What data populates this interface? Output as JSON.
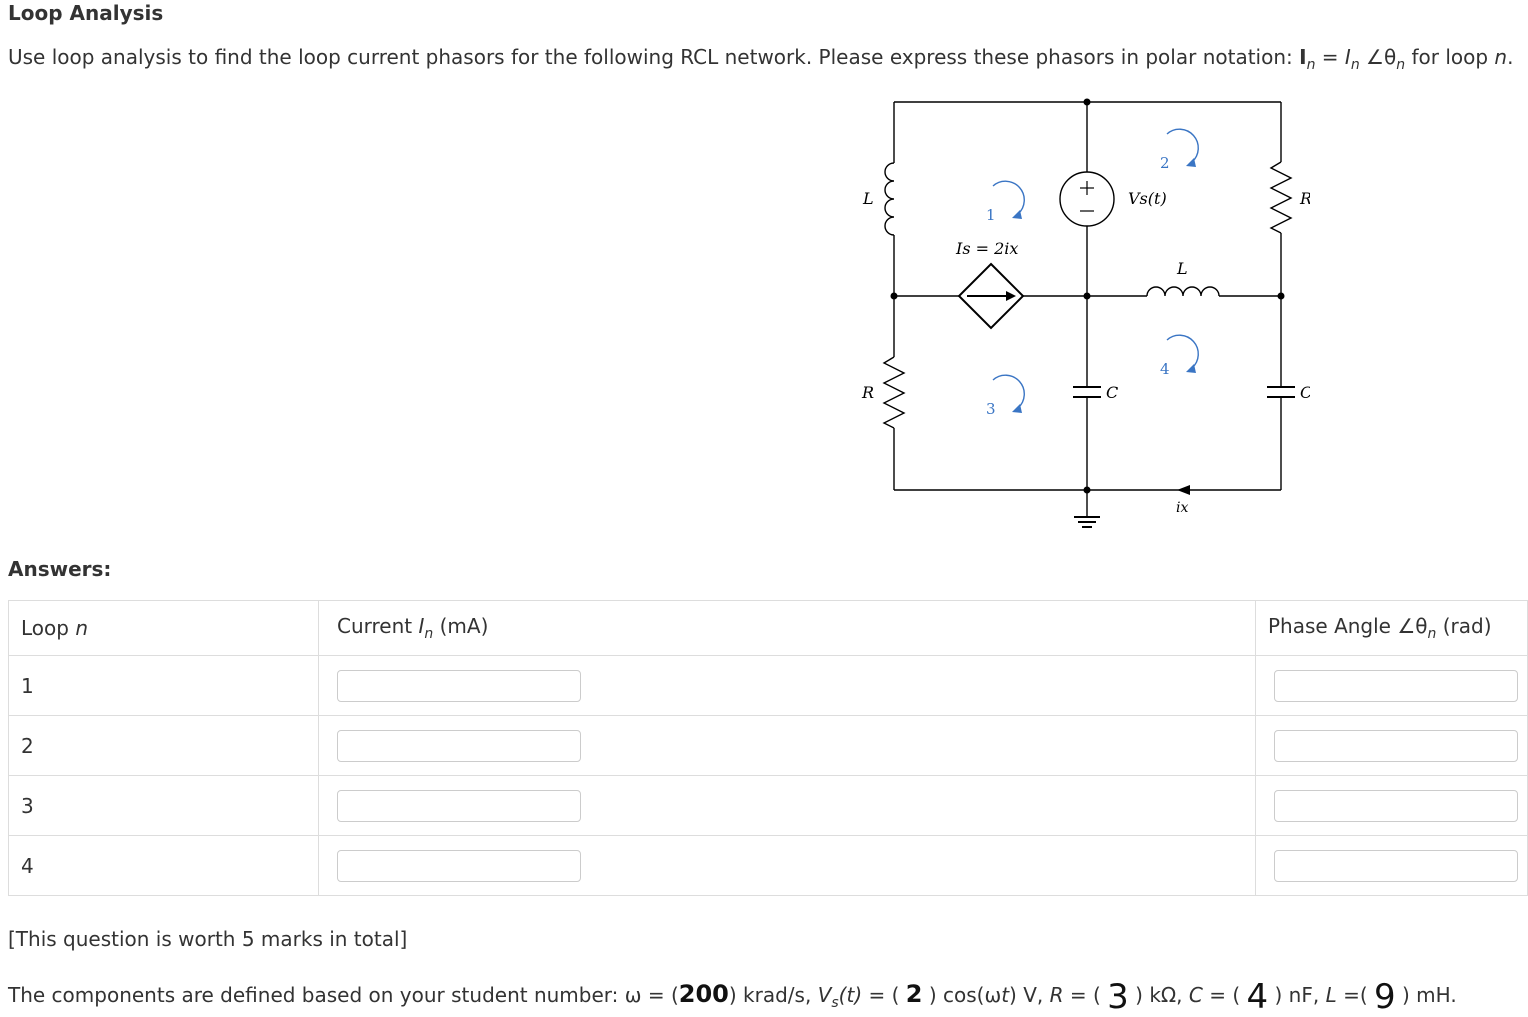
{
  "question": {
    "title": "Loop Analysis",
    "intro_text": "Use loop analysis to find the loop current phasors for the following RCL network. Please express these phasors in polar notation: ",
    "intro_bold_I": "I",
    "intro_sub_n": "n",
    "intro_eq": " = ",
    "intro_italic_I": "I",
    "intro_angle": " ∠θ",
    "intro_tail": " for loop ",
    "intro_n": "n",
    "intro_period": "."
  },
  "circuit": {
    "labels": {
      "L_left": "L",
      "R_left": "R",
      "Is": "Is = 2ix",
      "Vs": "Vs(t)",
      "plus": "+",
      "minus": "−",
      "L_mid": "L",
      "R_right": "R",
      "C_mid": "C",
      "C_right": "C",
      "ix": "ix",
      "loop1": "1",
      "loop2": "2",
      "loop3": "3",
      "loop4": "4"
    },
    "colors": {
      "wire": "#000000",
      "loop_arrow": "#3a75c4"
    }
  },
  "answers": {
    "heading": "Answers:",
    "col_loop": "Loop ",
    "col_loop_n": "n",
    "col_current": "Current ",
    "col_current_I": "I",
    "col_current_n": "n",
    "col_current_unit": " (mA)",
    "col_phase": "Phase Angle ∠θ",
    "col_phase_n": "n",
    "col_phase_unit": " (rad)",
    "rows": [
      {
        "loop": "1",
        "current": "",
        "phase": ""
      },
      {
        "loop": "2",
        "current": "",
        "phase": ""
      },
      {
        "loop": "3",
        "current": "",
        "phase": ""
      },
      {
        "loop": "4",
        "current": "",
        "phase": ""
      }
    ]
  },
  "footer": {
    "marks": "[This question is worth 5 marks in total]",
    "prefix": "The components are defined based on your student number: ω = (",
    "omega_value": "200",
    "omega_unit": ") krad/s, ",
    "vs_label": "V",
    "vs_sub": "s",
    "vs_t": "(t)",
    "vs_eq": " = ( ",
    "vs_value": "2",
    "vs_unit": " ) cos(ω",
    "vs_t2": "t",
    "vs_close": ") V, ",
    "r_label": "R",
    "r_eq": " = ( ",
    "r_value": "3",
    "r_unit": " ) kΩ, ",
    "c_label": "C",
    "c_eq": " = ( ",
    "c_value": "4",
    "c_unit": " ) nF, ",
    "l_label": "L",
    "l_eq": " =( ",
    "l_value": "9",
    "l_unit": " ) mH."
  }
}
